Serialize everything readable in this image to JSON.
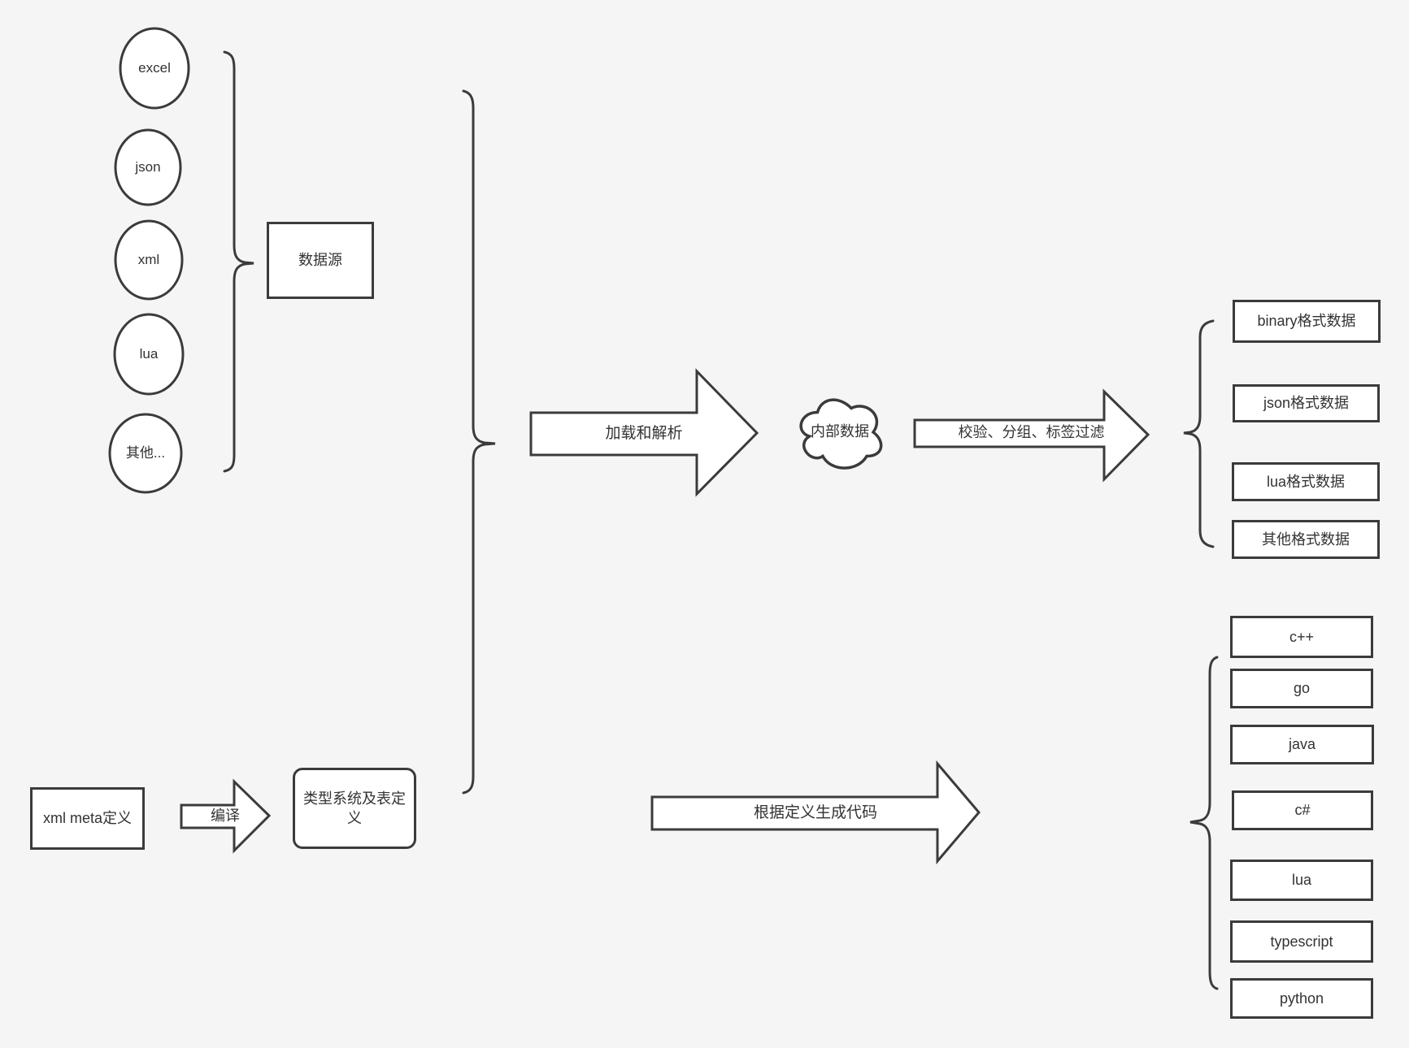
{
  "canvas": {
    "background": "#f5f5f5",
    "stroke": "#3b3b3b",
    "node_fill": "#ffffff",
    "text_color": "#333333"
  },
  "sources": {
    "group_label": "数据源",
    "items": [
      {
        "label": "excel"
      },
      {
        "label": "json"
      },
      {
        "label": "xml"
      },
      {
        "label": "lua"
      },
      {
        "label": "其他..."
      }
    ]
  },
  "pipeline": {
    "load_arrow_label": "加载和解析",
    "internal_data_label": "内部数据",
    "filter_arrow_label": "校验、分组、标签过滤",
    "compile_arrow_label": "编译",
    "generate_arrow_label": "根据定义生成代码"
  },
  "definitions": {
    "xml_meta_label": "xml meta定义",
    "type_system_label": "类型系统及表定义"
  },
  "outputs": {
    "items": [
      {
        "label": "binary格式数据"
      },
      {
        "label": "json格式数据"
      },
      {
        "label": "lua格式数据"
      },
      {
        "label": "其他格式数据"
      }
    ]
  },
  "languages": {
    "items": [
      {
        "label": "c++"
      },
      {
        "label": "go"
      },
      {
        "label": "java"
      },
      {
        "label": "c#"
      },
      {
        "label": "lua"
      },
      {
        "label": "typescript"
      },
      {
        "label": "python"
      }
    ]
  }
}
